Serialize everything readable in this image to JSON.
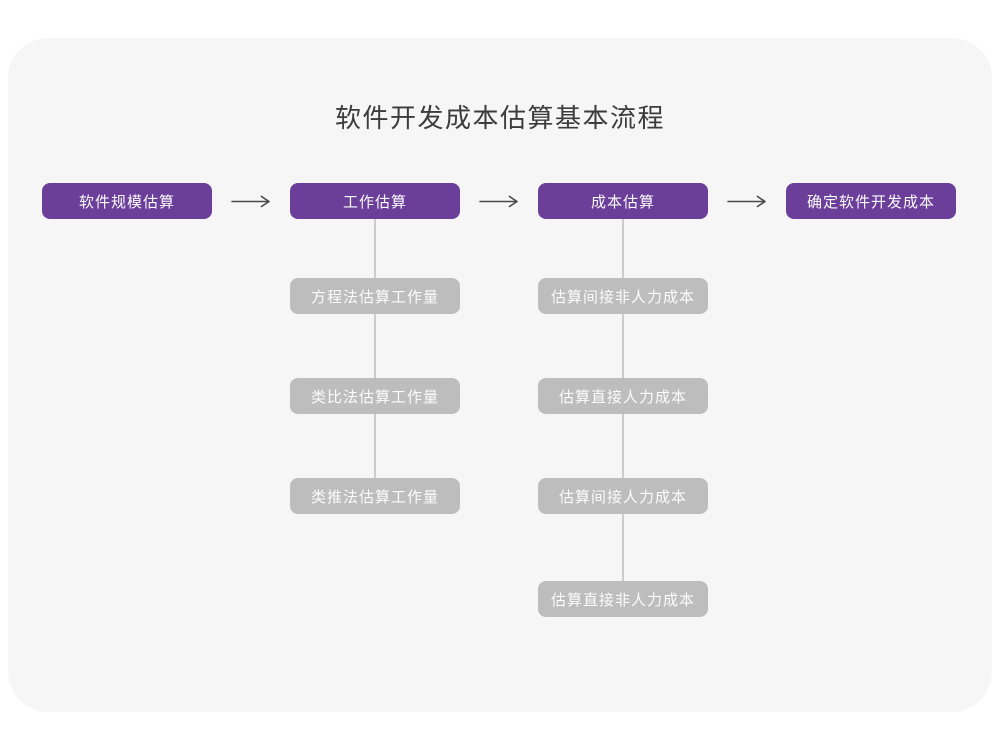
{
  "title": "软件开发成本估算基本流程",
  "main_flow": [
    "软件规模估算",
    "工作估算",
    "成本估算",
    "确定软件开发成本"
  ],
  "work_estimation_methods": [
    "方程法估算工作量",
    "类比法估算工作量",
    "类推法估算工作量"
  ],
  "cost_estimation_steps": [
    "估算间接非人力成本",
    "估算直接人力成本",
    "估算间接人力成本",
    "估算直接非人力成本"
  ],
  "icons": {
    "arrow_right": "long-right-arrow"
  },
  "colors": {
    "purple": "#6b3e99",
    "gray": "#bdbdbd",
    "line": "#cbcbcb",
    "arrow": "#4a4a4a",
    "card": "#f6f6f6",
    "page": "#ffffff",
    "text_dark": "#3c3c3c",
    "box_text": "#fcfcfc"
  }
}
